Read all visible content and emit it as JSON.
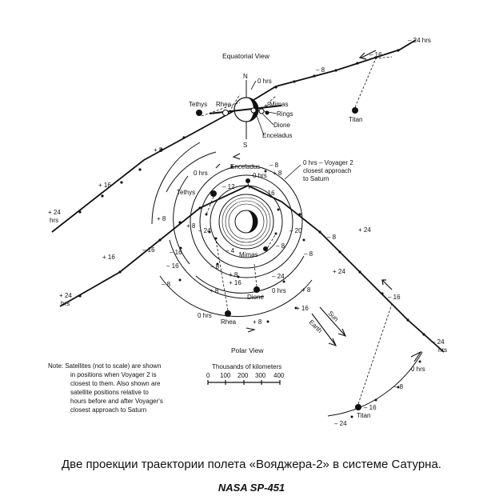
{
  "titles": {
    "equatorial": "Equatorial View",
    "polar": "Polar View"
  },
  "equatorial": {
    "north": "N",
    "south": "S",
    "zero_hrs": "0 hrs",
    "moons": {
      "tethys": "Tethys",
      "rhea": "Rhea",
      "mimas": "Mimas",
      "rings": "Rings",
      "dione": "Dione",
      "enceladus": "Enceladus",
      "titan": "Titan"
    },
    "ticks": {
      "m24": "– 24 hrs",
      "m16": "– 16",
      "m8": "– 8",
      "p8": "+ 8",
      "p16": "+ 16",
      "p24a": "+ 24",
      "p24b": "hrs"
    }
  },
  "polar": {
    "closest_approach": [
      "0 hrs – Voyager 2",
      "closest approach",
      "to Saturn"
    ],
    "moons": {
      "enceladus": "Enceladus",
      "tethys": "Tethys",
      "mimas": "Mimas",
      "dione": "Dione",
      "rhea": "Rhea",
      "titan": "Titan"
    },
    "labels": {
      "enc_0": "0 hrs",
      "enc_m8": "– 8",
      "enc_p8": "+ 8",
      "teth_0": "0 hrs",
      "teth_m12": "– 12",
      "m16a": "– 16",
      "p8a": "+ 8",
      "m24a": "– 24",
      "m4": "– 4",
      "m20": "– 20",
      "m8b": "– 8",
      "m8c": "– 8",
      "p8c": "+ 8",
      "m16b": "– 16",
      "m16c": "– 16",
      "m24b": "– 24",
      "p16a": "+ 16",
      "p8d": "+ 8",
      "m8d": "– 8",
      "dione_0": "0 hrs",
      "rhea_0": "0 hrs",
      "rhea_p8": "+ 8",
      "m8e": "– 8",
      "p8e": "+ 8",
      "m16e": "– 16",
      "p16b": "+ 16",
      "p24b": "+ 24",
      "titan_0": "0 hrs",
      "titan_m8": "– 8",
      "titan_m16": "– 16",
      "titan_m24": "– 24"
    },
    "traj": {
      "p24a": "+ 24",
      "p24b": "hrs",
      "p16": "+ 16",
      "p8": "+ 8",
      "m8": "– 8",
      "p24r": "+ 24",
      "m16": "– 16",
      "m24a": "– 24",
      "m24b": "hrs"
    },
    "sun": "Sun",
    "earth": "Earth"
  },
  "note": [
    "Note:  Satellites (not to scale) are shown",
    "in positions when Voyager 2 is",
    "closest to them. Also shown are",
    "satellite positions relative to",
    "hours before and after Voyager's",
    "closest approach to Saturn"
  ],
  "scale": {
    "title": "Thousands of kilometers",
    "ticks": [
      "0",
      "100",
      "200",
      "300",
      "400"
    ]
  },
  "caption": "Две проекции траектории полета «Вояджера-2» в системе Сатурна.",
  "source": "NASA SP-451"
}
